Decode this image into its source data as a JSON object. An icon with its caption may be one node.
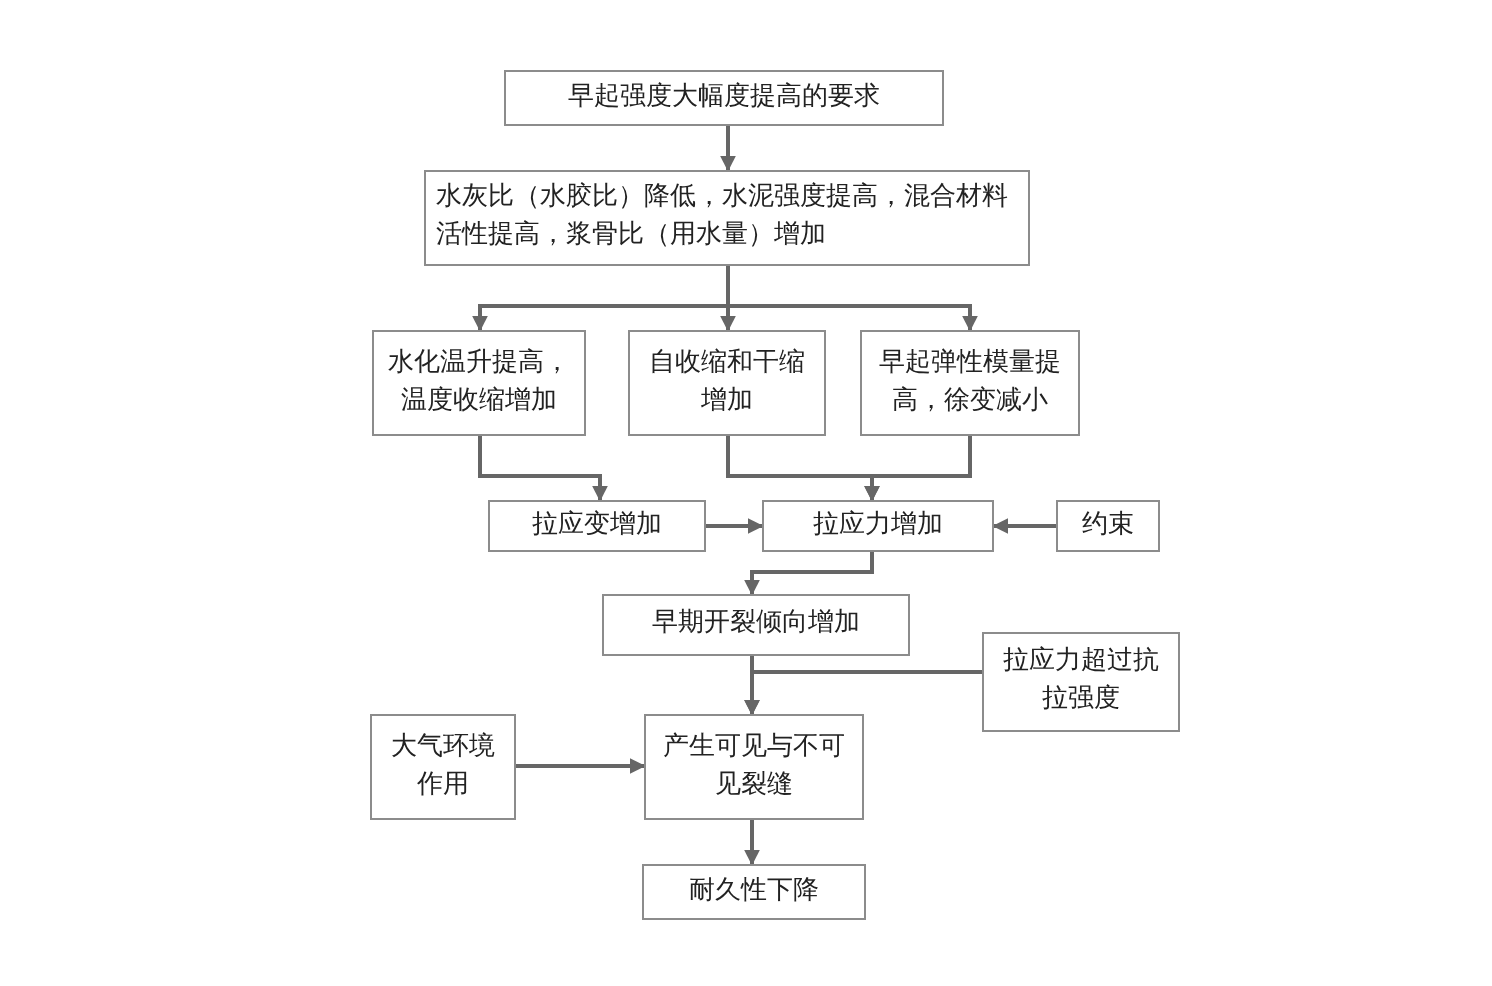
{
  "diagram": {
    "nodes": [
      {
        "text": [
          "早起强度大幅度提高的要求"
        ]
      },
      {
        "text": [
          "水灰比（水胶比）降低，水泥强度提高，混合材料活性提高，浆骨比（用水量）增加"
        ]
      },
      {
        "text": [
          "水化温升提高，温度收缩增加"
        ]
      },
      {
        "text": [
          "自收缩和干缩增加"
        ]
      },
      {
        "text": [
          "早起弹性模量提高，徐变减小"
        ]
      },
      {
        "text": [
          "拉应变增加"
        ]
      },
      {
        "text": [
          "拉应力增加"
        ]
      },
      {
        "text": [
          "约束"
        ]
      },
      {
        "text": [
          "早期开裂倾向增加"
        ]
      },
      {
        "text": [
          "拉应力超过抗拉强度"
        ]
      },
      {
        "text": [
          "大气环境作用"
        ]
      },
      {
        "text": [
          "产生可见与不可见裂缝"
        ]
      },
      {
        "text": [
          "耐久性下降"
        ]
      }
    ],
    "edges": [
      {
        "from": 0,
        "to": 1,
        "arrow": "to"
      },
      {
        "from": 1,
        "to": 2,
        "arrow": "to"
      },
      {
        "from": 1,
        "to": 3,
        "arrow": "to"
      },
      {
        "from": 1,
        "to": 4,
        "arrow": "to"
      },
      {
        "from": 2,
        "to": 5,
        "arrow": "to"
      },
      {
        "from": 3,
        "to": 6,
        "arrow": "to"
      },
      {
        "from": 4,
        "to": 6,
        "arrow": "to"
      },
      {
        "from": 5,
        "to": 6,
        "arrow": "to"
      },
      {
        "from": 7,
        "to": 6,
        "arrow": "to"
      },
      {
        "from": 6,
        "to": 8,
        "arrow": "to"
      },
      {
        "from": 8,
        "to": 11,
        "arrow": "to"
      },
      {
        "from": 9,
        "to": 11,
        "arrow": "to"
      },
      {
        "from": 10,
        "to": 11,
        "arrow": "to"
      },
      {
        "from": 11,
        "to": 12,
        "arrow": "to"
      }
    ]
  }
}
